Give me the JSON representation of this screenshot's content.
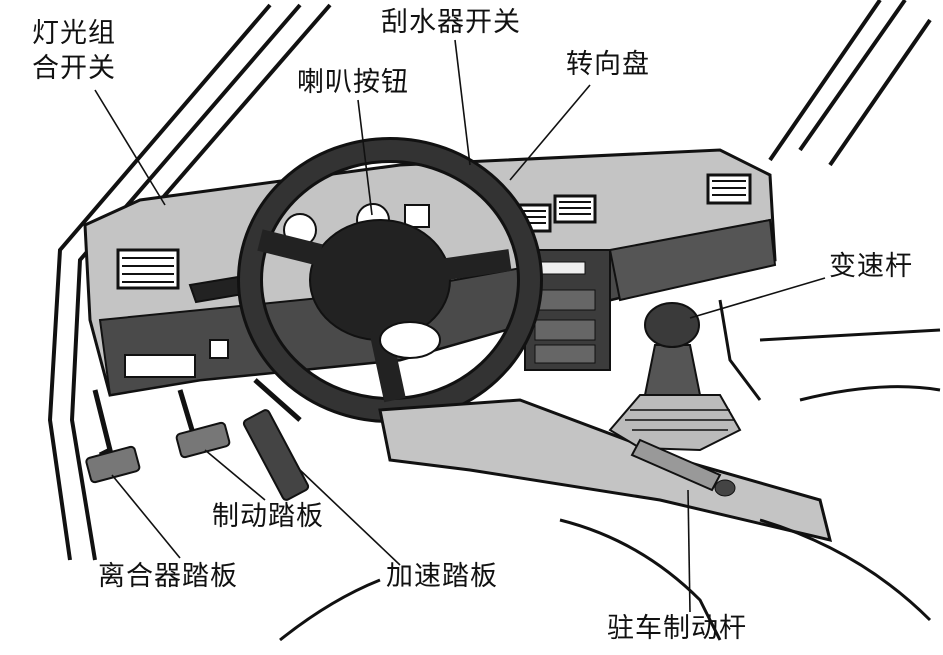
{
  "diagram": {
    "labels": {
      "light_switch_line1": "灯光组",
      "light_switch_line2": "合开关",
      "wiper_switch": "刮水器开关",
      "horn_button": "喇叭按钮",
      "steering_wheel": "转向盘",
      "gear_lever": "变速杆",
      "brake_pedal": "制动踏板",
      "accelerator_pedal": "加速踏板",
      "clutch_pedal": "离合器踏板",
      "parking_brake_lever": "驻车制动杆"
    },
    "colors": {
      "ink": "#111111",
      "shade": "#bdbdbd",
      "dark_shade": "#4a4a4a",
      "background": "#ffffff"
    }
  }
}
